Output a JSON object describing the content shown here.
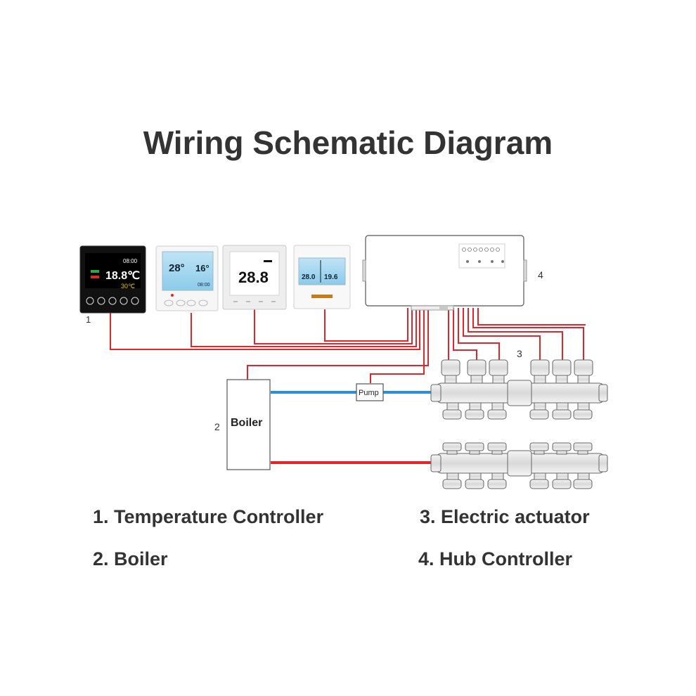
{
  "title": "Wiring Schematic Diagram",
  "markers": {
    "m1": "1",
    "m2": "2",
    "m3": "3",
    "m4": "4"
  },
  "boiler_label": "Boiler",
  "pump_label": "Pump",
  "thermostats": {
    "t1": {
      "clock": "08:00",
      "temp": "18.8℃",
      "sub": "30℃"
    },
    "t2": {
      "set": "28°",
      "room": "16°",
      "time": "08:00"
    },
    "t3": {
      "temp": "28.8"
    },
    "t4": {
      "left": "28.0",
      "right": "19.6"
    }
  },
  "legend": {
    "item1": "1. Temperature Controller",
    "item2": "2. Boiler",
    "item3": "3. Electric actuator",
    "item4": "4. Hub Controller"
  },
  "colors": {
    "signal_wire": "#e0262b",
    "supply_pipe": "#2a8fd6",
    "return_pipe": "#e0262b",
    "text": "#333333"
  }
}
